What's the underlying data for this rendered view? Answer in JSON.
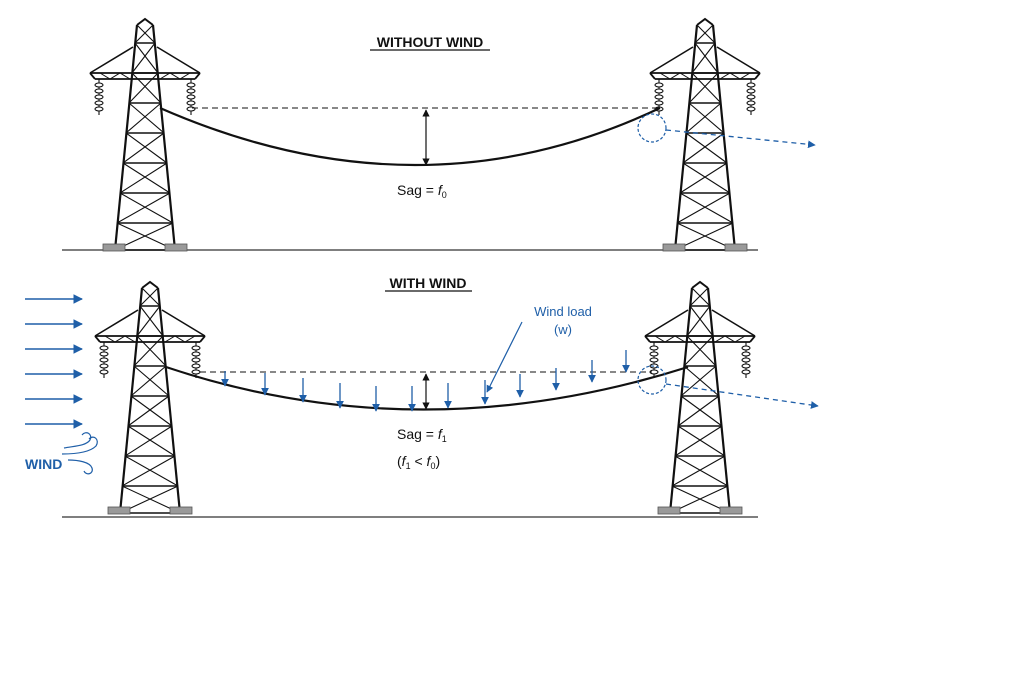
{
  "panel_top": {
    "title": "WITHOUT WIND",
    "sag_label": "Sag = ",
    "sag_symbol": "f",
    "sag_subscript": "0"
  },
  "panel_bottom": {
    "title": "WITH WIND",
    "sag_label": "Sag = ",
    "sag_symbol": "f",
    "sag_subscript": "1",
    "compare_open": "(",
    "compare_f1": "f",
    "compare_f1_sub": "1",
    "compare_op": " < ",
    "compare_f0": "f",
    "compare_f0_sub": "0",
    "compare_close": ")",
    "wind_load_line1": "Wind load",
    "wind_load_line2": "(w)",
    "wind_word": "WIND"
  },
  "colors": {
    "accent_blue": "#1f5fa8",
    "line_black": "#111111",
    "ground": "#555555",
    "footing": "#9a9a9a"
  }
}
